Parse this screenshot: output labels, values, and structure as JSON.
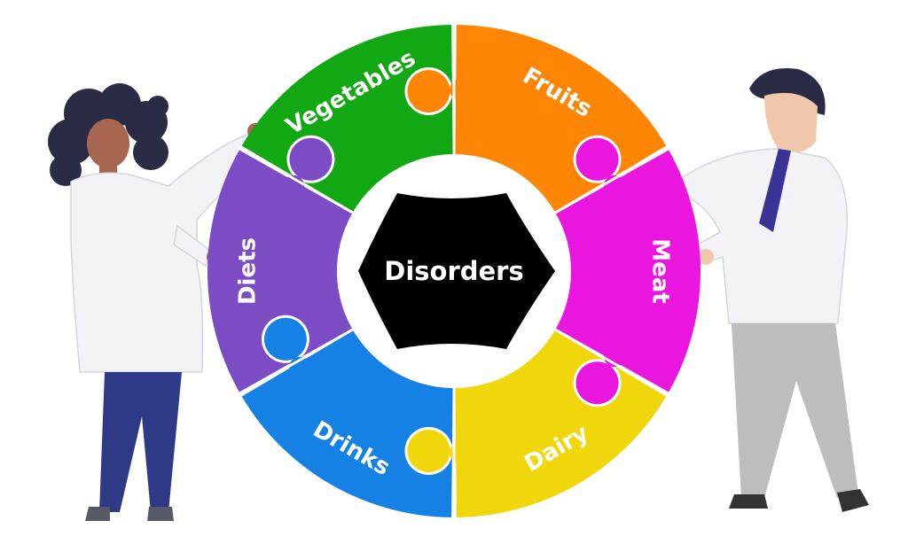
{
  "center": {
    "label": "Disorders"
  },
  "segments": [
    {
      "key": "vegetables",
      "label": "Vegetables",
      "color": "#12a814"
    },
    {
      "key": "fruits",
      "label": "Fruits",
      "color": "#ff8505"
    },
    {
      "key": "meat",
      "label": "Meat",
      "color": "#ea16e0"
    },
    {
      "key": "dairy",
      "label": "Dairy",
      "color": "#f0d70c"
    },
    {
      "key": "drinks",
      "label": "Drinks",
      "color": "#1681e4"
    },
    {
      "key": "diets",
      "label": "Diets",
      "color": "#7c4cc5"
    }
  ],
  "colors": {
    "center_star": "#000000",
    "label_text": "#ffffff",
    "person_coat": "#f2f2f7",
    "person_skin_dark": "#a86550",
    "person_skin_light": "#f1c7ab",
    "person_hair": "#2a2b45",
    "person_pants_left": "#2f3a87",
    "person_pants_right": "#bdbdbd",
    "tie": "#3a3395"
  }
}
